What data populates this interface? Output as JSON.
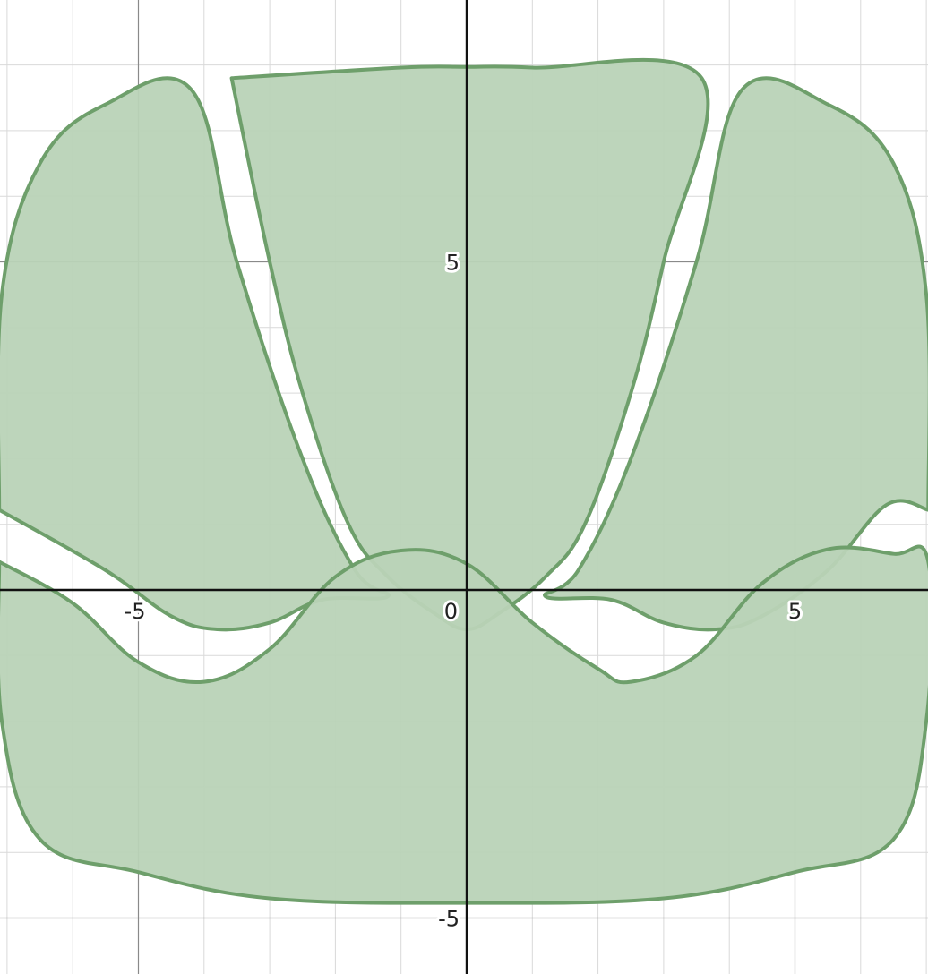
{
  "chart_data": {
    "type": "area",
    "title": "",
    "xlabel": "",
    "ylabel": "",
    "xlim": [
      -7.12,
      7.03
    ],
    "ylim": [
      -5.87,
      9.02
    ],
    "grid": true,
    "x_tick_labels": [
      "-5",
      "0",
      "5"
    ],
    "y_tick_labels": [
      "5",
      "-5"
    ],
    "origin_label": "0",
    "series": [
      {
        "kind": "band",
        "description": "upper region: rounded top boundary minus curved gaps",
        "points": [
          [
            -3.58,
            7.8
          ],
          [
            -1.0,
            7.96
          ],
          [
            0.0,
            7.97
          ],
          [
            1.0,
            7.96
          ],
          [
            3.58,
            7.8
          ],
          [
            3.0,
            5.0
          ],
          [
            2.5,
            3.0
          ],
          [
            1.8,
            1.0
          ],
          [
            1.2,
            0.2
          ],
          [
            0.5,
            -0.35
          ],
          [
            0.0,
            -0.6
          ],
          [
            -0.5,
            -0.35
          ],
          [
            -1.2,
            0.2
          ],
          [
            -1.8,
            1.0
          ],
          [
            -2.5,
            3.0
          ],
          [
            -3.0,
            5.0
          ],
          [
            -3.58,
            7.8
          ]
        ]
      },
      {
        "kind": "band",
        "description": "left upper region",
        "points": [
          [
            -7.12,
            1.22
          ],
          [
            -7.08,
            4.5
          ],
          [
            -6.5,
            6.5
          ],
          [
            -5.5,
            7.4
          ],
          [
            -4.19,
            7.62
          ],
          [
            -3.5,
            5.0
          ],
          [
            -2.5,
            2.0
          ],
          [
            -1.7,
            0.3
          ],
          [
            -1.2,
            -0.1
          ],
          [
            -2.2,
            -0.15
          ],
          [
            -3.0,
            -0.5
          ],
          [
            -3.8,
            -0.6
          ],
          [
            -4.5,
            -0.4
          ],
          [
            -5.5,
            0.3
          ],
          [
            -7.12,
            1.22
          ]
        ]
      },
      {
        "kind": "band",
        "description": "right upper region",
        "points": [
          [
            7.03,
            1.22
          ],
          [
            7.0,
            4.5
          ],
          [
            6.5,
            6.5
          ],
          [
            5.5,
            7.4
          ],
          [
            4.19,
            7.62
          ],
          [
            3.5,
            5.0
          ],
          [
            2.5,
            2.0
          ],
          [
            1.7,
            0.3
          ],
          [
            1.2,
            -0.1
          ],
          [
            2.2,
            -0.15
          ],
          [
            3.0,
            -0.5
          ],
          [
            3.8,
            -0.6
          ],
          [
            4.5,
            -0.4
          ],
          [
            5.5,
            0.3
          ],
          [
            6.4,
            1.3
          ],
          [
            7.03,
            1.22
          ]
        ]
      },
      {
        "kind": "band",
        "description": "lower region: wavy top boundary with rounded bottom",
        "points": [
          [
            -7.12,
            0.43
          ],
          [
            -6.0,
            -0.2
          ],
          [
            -5.0,
            -1.1
          ],
          [
            -4.0,
            -1.4
          ],
          [
            -3.0,
            -0.9
          ],
          [
            -2.0,
            0.2
          ],
          [
            -1.0,
            0.6
          ],
          [
            0.0,
            0.4
          ],
          [
            1.0,
            -0.5
          ],
          [
            2.0,
            -1.2
          ],
          [
            2.5,
            -1.4
          ],
          [
            3.5,
            -1.0
          ],
          [
            4.5,
            0.1
          ],
          [
            5.5,
            0.62
          ],
          [
            6.5,
            0.55
          ],
          [
            7.03,
            0.43
          ],
          [
            7.0,
            -2.0
          ],
          [
            6.5,
            -3.8
          ],
          [
            5.0,
            -4.3
          ],
          [
            3.0,
            -4.7
          ],
          [
            0.0,
            -4.77
          ],
          [
            -3.0,
            -4.7
          ],
          [
            -5.0,
            -4.3
          ],
          [
            -6.5,
            -3.8
          ],
          [
            -7.08,
            -2.0
          ],
          [
            -7.12,
            0.43
          ]
        ]
      }
    ],
    "fill_color": "#b9d3b7",
    "stroke_color": "#6e9f6b"
  }
}
